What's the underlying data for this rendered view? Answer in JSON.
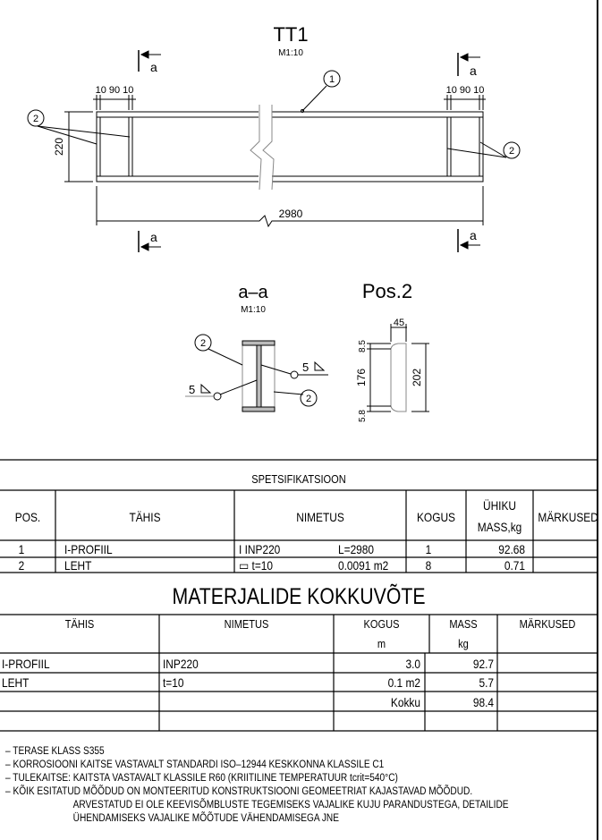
{
  "drawing": {
    "title": "TT1",
    "scale": "M1:10",
    "section_mark": "a",
    "dims_left": "10 90 10",
    "dims_right": "10 90 10",
    "height_dim": "220",
    "length_dim": "2980",
    "balloon_1": "1",
    "balloon_2": "2"
  },
  "section": {
    "title": "a–a",
    "scale": "M1:10",
    "weld_label": "5",
    "balloon_2": "2"
  },
  "pos2": {
    "title": "Pos.2",
    "dim_width": "45",
    "dim_top": "8.5",
    "dim_mid": "176",
    "dim_bottom": "5.8",
    "dim_total": "202"
  },
  "spec": {
    "title": "SPETSIFIKATSIOON",
    "headers": [
      "POS.",
      "TÄHIS",
      "NIMETUS",
      "KOGUS",
      "ÜHIKU",
      "MASS,kg",
      "MÄRKUSED"
    ],
    "rows": [
      {
        "pos": "1",
        "tahis": "I-PROFIIL",
        "nimetus_a": "I  INP220",
        "nimetus_b": "L=2980",
        "kogus": "1",
        "mass": "92.68",
        "markused": ""
      },
      {
        "pos": "2",
        "tahis": "LEHT",
        "nimetus_a": "▭ t=10",
        "nimetus_b": "0.0091  m2",
        "kogus": "8",
        "mass": "0.71",
        "markused": ""
      }
    ]
  },
  "summary": {
    "title": "MATERJALIDE KOKKUVÕTE",
    "headers": [
      "TÄHIS",
      "NIMETUS",
      "KOGUS",
      "m",
      "MASS",
      "kg",
      "MÄRKUSED"
    ],
    "rows": [
      {
        "tahis": "I-PROFIIL",
        "nimetus": "INP220",
        "kogus": "3.0",
        "mass": "92.7"
      },
      {
        "tahis": "LEHT",
        "nimetus": "t=10",
        "kogus": "0.1  m2",
        "mass": "5.7"
      },
      {
        "tahis": "",
        "nimetus": "",
        "kogus": "Kokku",
        "mass": "98.4"
      }
    ]
  },
  "notes": [
    "–  TERASE KLASS S355",
    "–  KORROSIOONI KAITSE VASTAVALT STANDARDI ISO–12944 KESKKONNA KLASSILE C1",
    "–  TULEKAITSE: KAITSTA VASTAVALT KLASSILE R60 (KRIITILINE TEMPERATUUR tcrit=540°C)",
    "–  KÕIK ESITATUD MÕÕDUD ON MONTEERITUD KONSTRUKTSIOONI GEOMEETRIAT KAJASTAVAD MÕÕDUD.",
    "ARVESTATUD EI OLE KEEVISÕMBLUSTE TEGEMISEKS VAJALIKE KUJU PARANDUSTEGA, DETAILIDE",
    "ÜHENDAMISEKS VAJALIKE MÕÕTUDE VÄHENDAMISEGA JNE"
  ]
}
